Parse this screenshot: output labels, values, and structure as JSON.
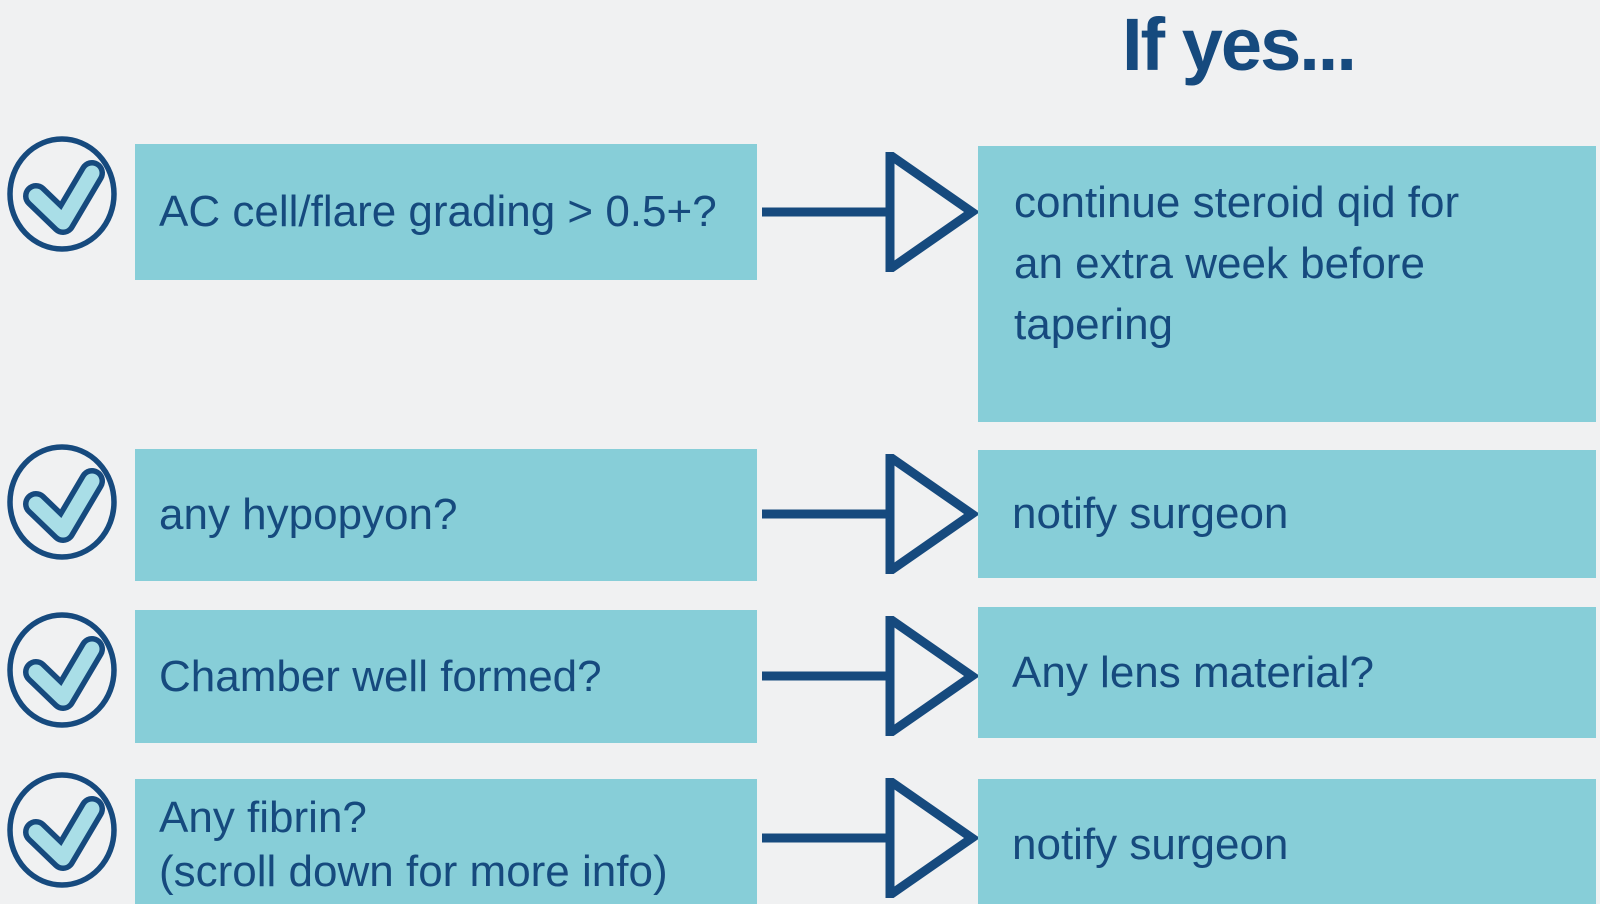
{
  "title": "If yes...",
  "colors": {
    "background": "#f0f1f2",
    "box_teal": "#87ced8",
    "navy": "#164a7e",
    "check_fill": "#a9dee7"
  },
  "icons": {
    "check": "check-circle-icon",
    "arrow": "arrow-right-icon"
  },
  "rows": [
    {
      "question": "AC cell/flare grading > 0.5+?",
      "answer_lines": [
        "continue steroid qid for",
        "an extra week before",
        "tapering"
      ]
    },
    {
      "question": "any hypopyon?",
      "answer": "notify surgeon"
    },
    {
      "question": "Chamber well formed?",
      "answer": "Any lens material?"
    },
    {
      "question_lines": [
        "Any fibrin?",
        "(scroll down for more info)"
      ],
      "answer": "notify surgeon"
    }
  ]
}
